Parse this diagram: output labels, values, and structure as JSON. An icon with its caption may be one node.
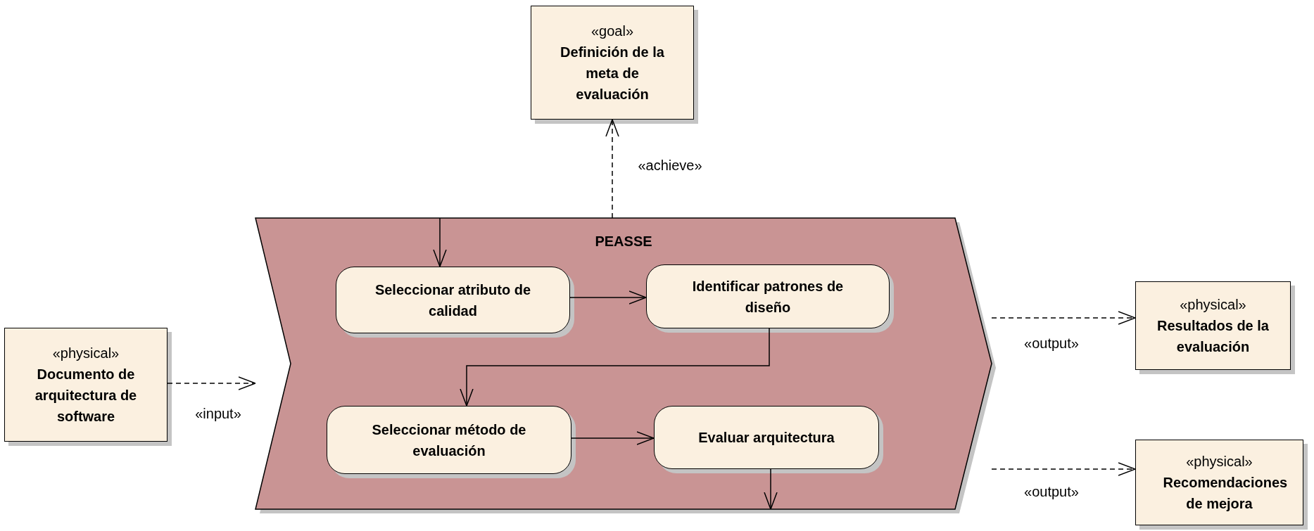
{
  "diagram": {
    "nodes": [
      {
        "text": [
          "«goal»",
          "Definición de la meta de evaluación"
        ]
      },
      {
        "text": [
          "«physical»",
          "Documento de arquitectura de software"
        ]
      },
      {
        "text": [
          "PEASSE"
        ]
      },
      {
        "text": [
          "Seleccionar atributo de calidad"
        ],
        "in": 2
      },
      {
        "text": [
          "Identificar patrones de diseño"
        ],
        "in": 2
      },
      {
        "text": [
          "Seleccionar método de evaluación"
        ],
        "in": 2
      },
      {
        "text": [
          "Evaluar arquitectura"
        ],
        "in": 2
      },
      {
        "text": [
          "«physical»",
          "Resultados de la evaluación"
        ]
      },
      {
        "text": [
          "«physical»",
          "Recomendaciones de mejora"
        ]
      }
    ],
    "edges": [
      {
        "from": 2,
        "to": 0,
        "arrow": "to",
        "style": "dashed",
        "label": "«achieve»"
      },
      {
        "from": null,
        "to": 3,
        "arrow": "to"
      },
      {
        "from": 3,
        "to": 4,
        "arrow": "to"
      },
      {
        "from": 4,
        "to": 5,
        "arrow": "to"
      },
      {
        "from": 5,
        "to": 6,
        "arrow": "to"
      },
      {
        "from": 6,
        "to": null,
        "arrow": "to"
      },
      {
        "from": 1,
        "to": 2,
        "arrow": "to",
        "style": "dashed",
        "label": "«input»"
      },
      {
        "from": 2,
        "to": 7,
        "arrow": "to",
        "style": "dashed",
        "label": "«output»"
      },
      {
        "from": 2,
        "to": 8,
        "arrow": "to",
        "style": "dashed",
        "label": "«output»"
      }
    ]
  }
}
